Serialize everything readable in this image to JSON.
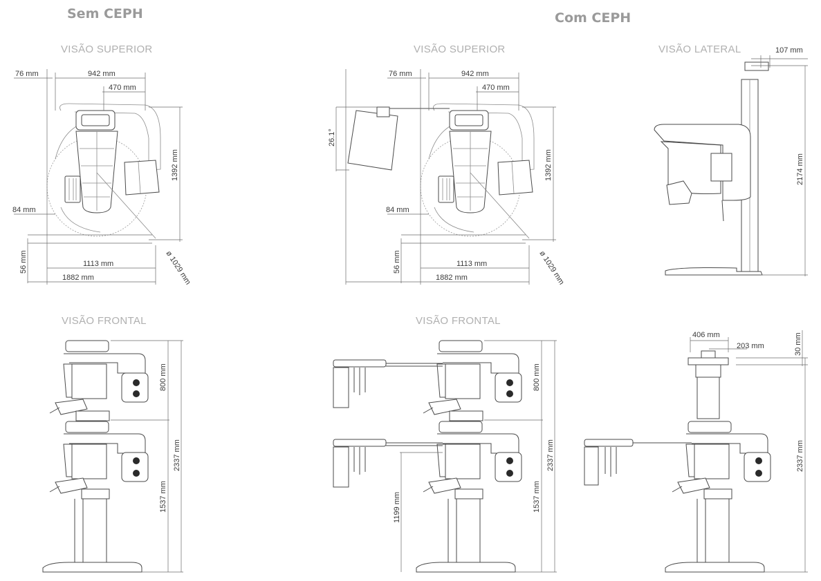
{
  "groups": {
    "without_ceph": "Sem CEPH",
    "with_ceph": "Com CEPH"
  },
  "views": {
    "top_left": "VISÃO SUPERIOR",
    "top_mid": "VISÃO SUPERIOR",
    "lateral": "VISÃO LATERAL",
    "front_left": "VISÃO FRONTAL",
    "front_mid": "VISÃO FRONTAL"
  },
  "dims": {
    "d76": "76 mm",
    "d942": "942 mm",
    "d470": "470 mm",
    "d1392": "1392 mm",
    "d84": "84 mm",
    "d56": "56 mm",
    "d1113": "1113 mm",
    "d1882": "1882 mm",
    "d1029": "ø 1029 mm",
    "d26": "26.1°",
    "d107": "107 mm",
    "d2174": "2174 mm",
    "d800": "800 mm",
    "d2337": "2337 mm",
    "d1537": "1537 mm",
    "d1199": "1199 mm",
    "d406": "406 mm",
    "d203": "203 mm",
    "d30": "30 mm"
  }
}
